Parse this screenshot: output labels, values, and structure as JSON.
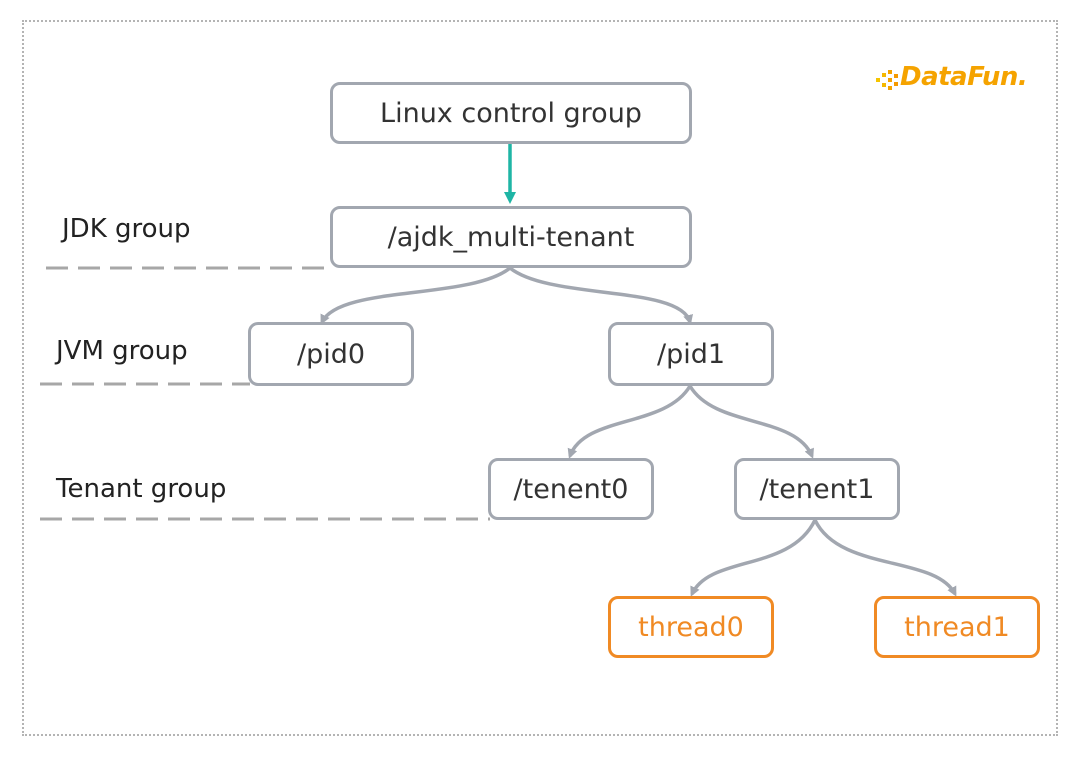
{
  "logo": {
    "text": "DataFun.",
    "color": "#f5a300",
    "icon": "pixel-dots-icon"
  },
  "levels": {
    "jdk": "JDK group",
    "jvm": "JVM group",
    "tenant": "Tenant group"
  },
  "nodes": {
    "root": "Linux control group",
    "jdk": "/ajdk_multi-tenant",
    "pid0": "/pid0",
    "pid1": "/pid1",
    "tenent0": "/tenent0",
    "tenent1": "/tenent1",
    "thread0": "thread0",
    "thread1": "thread1"
  },
  "colors": {
    "node_border": "#a2a7b0",
    "connector": "#a2a7b0",
    "root_arrow": "#1fb5a5",
    "thread_accent": "#f08a24",
    "level_divider": "#a7a7a7"
  }
}
